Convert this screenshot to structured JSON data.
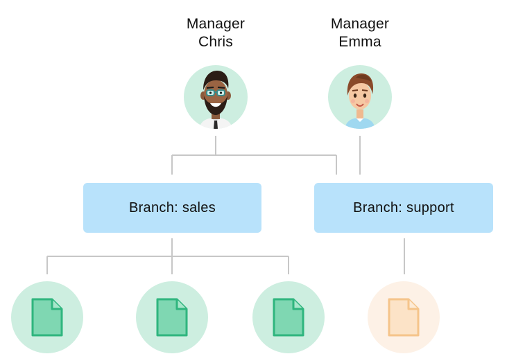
{
  "managers": [
    {
      "first": "Manager",
      "last": "Chris"
    },
    {
      "first": "Manager",
      "last": "Emma"
    }
  ],
  "branches": [
    {
      "label": "Branch: sales"
    },
    {
      "label": "Branch: support"
    }
  ],
  "colors": {
    "branch_fill": "#b8e2fb",
    "connector": "#c7c7c7",
    "active_node_fill": "#cdeee0",
    "active_doc": "#7fd7b2",
    "active_doc_stroke": "#2fb57e",
    "inactive_node_fill": "#fdf1e6",
    "inactive_doc": "#fce3c7",
    "inactive_doc_stroke": "#f5c48a"
  },
  "icons": [
    "manager-chris-avatar",
    "manager-emma-avatar",
    "file-icon"
  ]
}
